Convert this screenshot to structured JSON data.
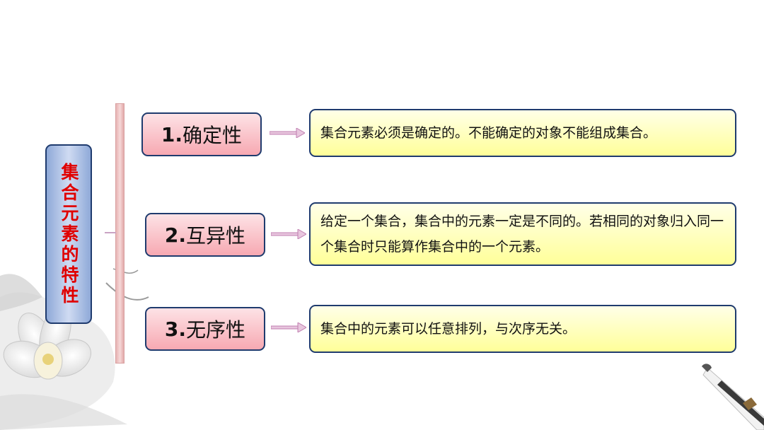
{
  "title": "集合元素的特性",
  "properties": [
    {
      "number": "1.",
      "name": "确定性",
      "description": "集合元素必须是确定的。不能确定的对象不能组成集合。"
    },
    {
      "number": "2.",
      "name": "互异性",
      "description": "给定一个集合，集合中的元素一定是不同的。若相同的对象归入同一个集合时只能算作集合中的一个元素。"
    },
    {
      "number": "3.",
      "name": "无序性",
      "description": "集合中的元素可以任意排列，与次序无关。"
    }
  ],
  "colors": {
    "title_text": "#e00000",
    "title_box": "#8fa9d8",
    "property_box": "#f7a9b2",
    "description_box": "#ffff99",
    "border": "#1f3b6e",
    "arrow": "#c07fb0",
    "bracket": "#e7b3b3"
  },
  "icons": {
    "connector": "right-arrow-icon",
    "decoration_left": "lotus-flower-icon",
    "decoration_right": "calligraphy-brush-icon"
  }
}
